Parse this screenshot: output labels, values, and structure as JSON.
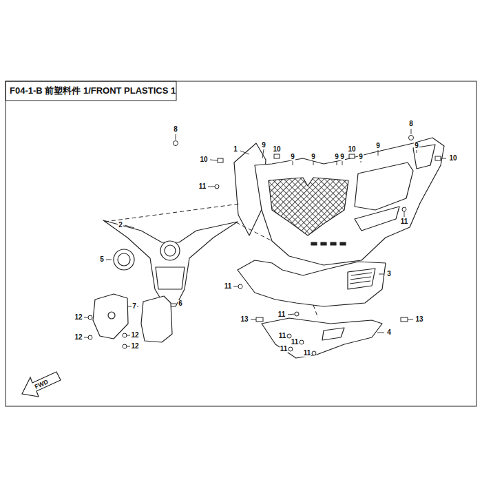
{
  "diagram": {
    "title": "F04-1-B 前塑料件 1/FRONT PLASTICS 1",
    "labels": [
      "8",
      "8",
      "1",
      "9",
      "10",
      "9",
      "9",
      "9",
      "9",
      "10",
      "9",
      "9",
      "9",
      "10",
      "10",
      "11",
      "11",
      "2",
      "5",
      "3",
      "11",
      "7",
      "6",
      "11",
      "13",
      "13",
      "12",
      "4",
      "11",
      "11",
      "12",
      "12",
      "11",
      "12",
      "11",
      "FWD"
    ]
  }
}
